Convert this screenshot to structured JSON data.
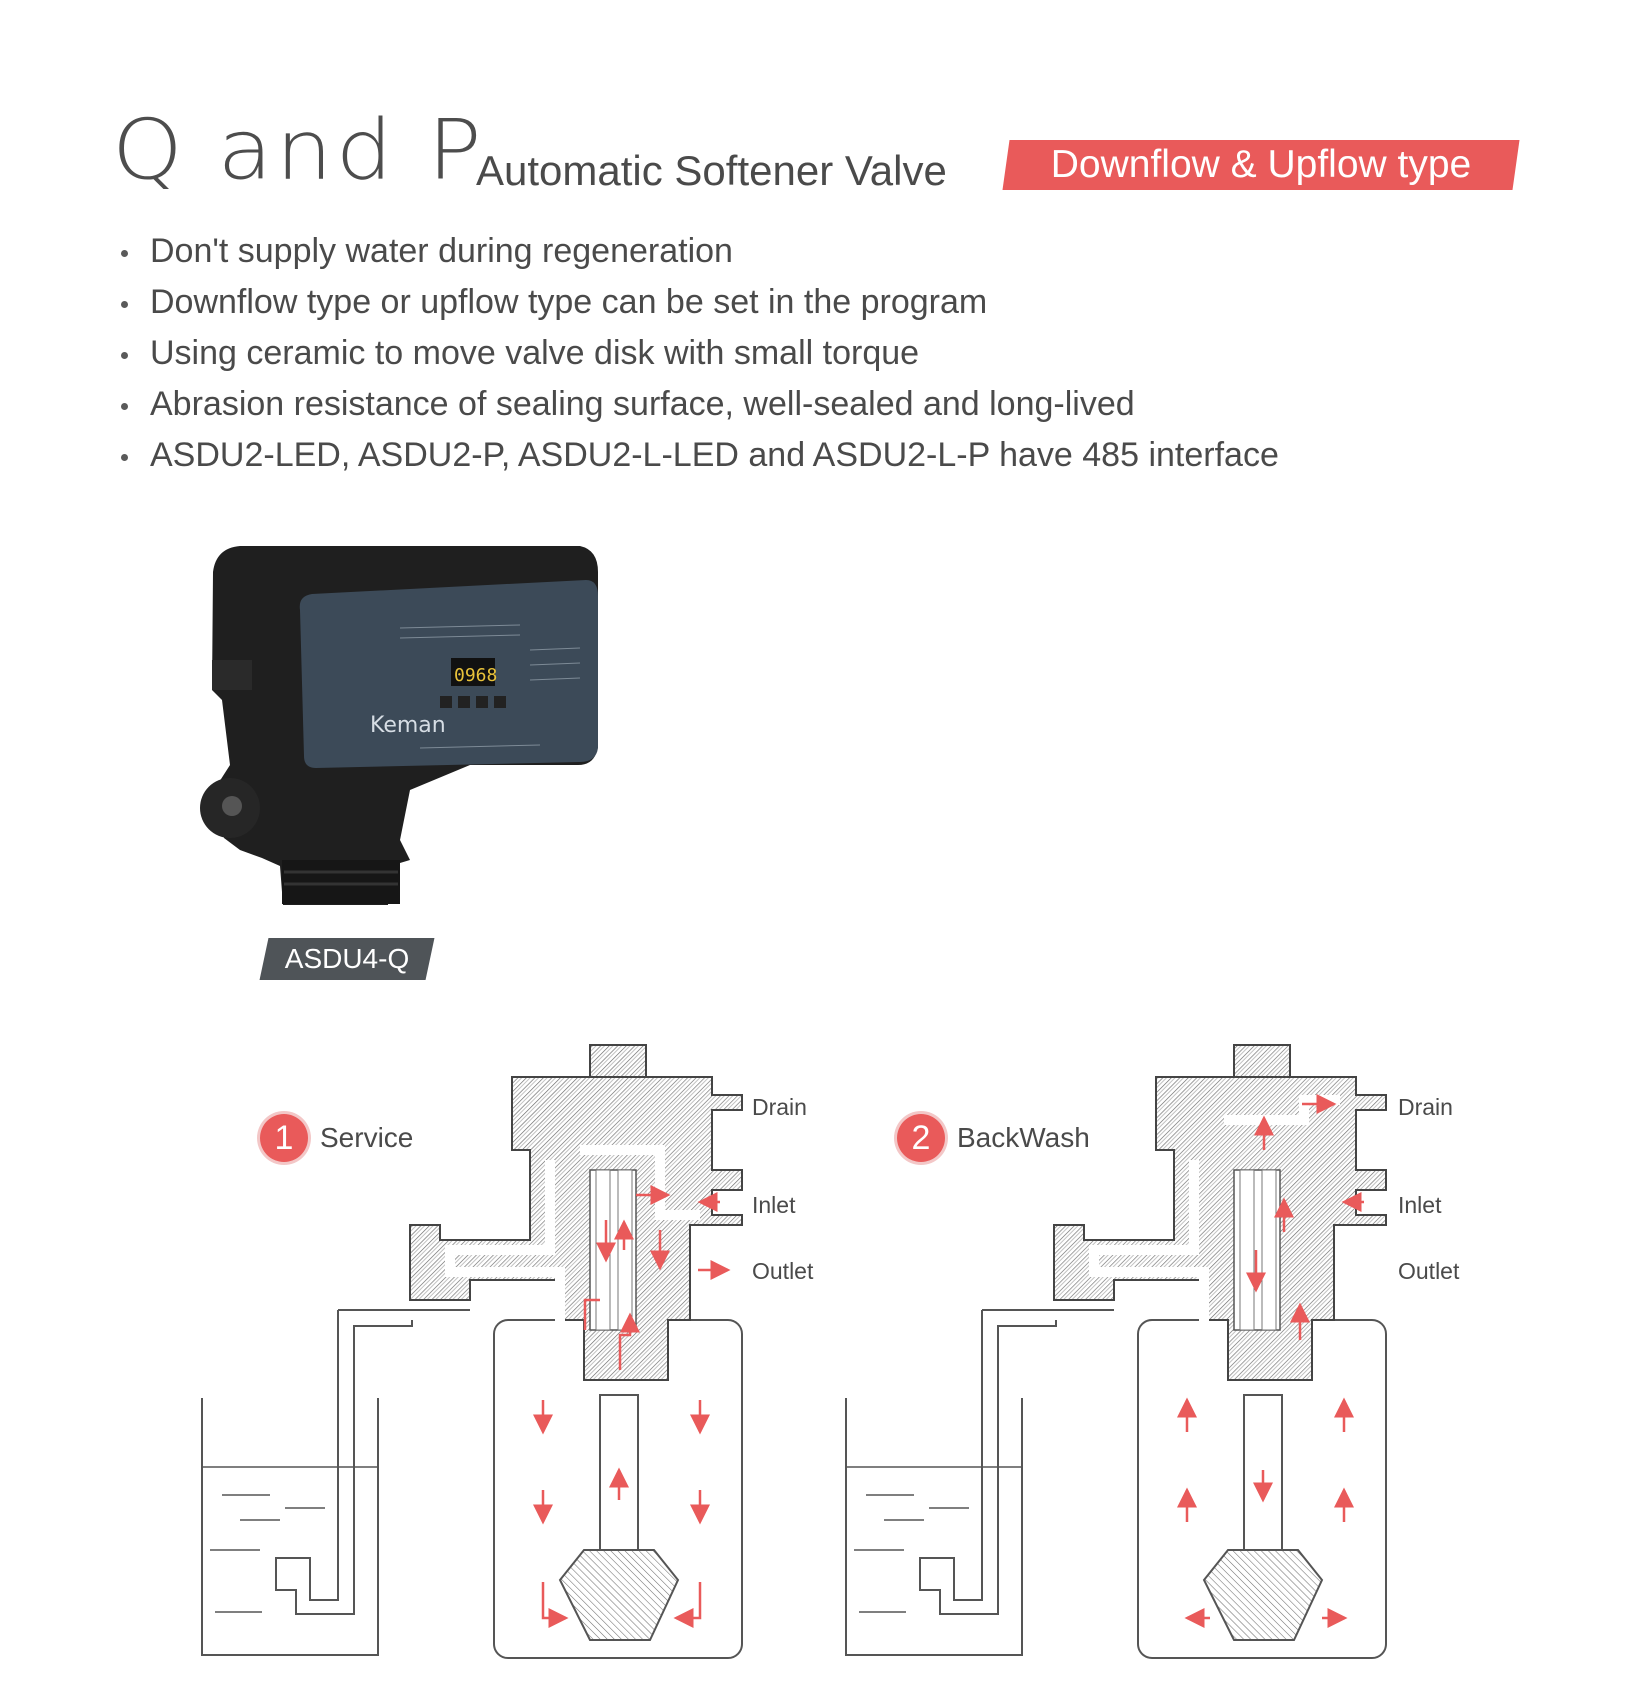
{
  "header": {
    "title_main": "Q and P",
    "title_sub": "Automatic Softener Valve",
    "tag": "Downflow & Upflow type"
  },
  "features": [
    "Don't supply water during regeneration",
    "Downflow type or upflow type can be set in the program",
    "Using ceramic to move valve disk with small torque",
    "Abrasion resistance of sealing surface, well-sealed and long-lived",
    "ASDU2-LED, ASDU2-P, ASDU2-L-LED and ASDU2-L-P have 485 interface"
  ],
  "product": {
    "brand": "Keman",
    "display": "0968",
    "model": "ASDU4-Q"
  },
  "diagrams": [
    {
      "step": "1",
      "label": "Service",
      "ports": {
        "drain": "Drain",
        "inlet": "Inlet",
        "outlet": "Outlet"
      }
    },
    {
      "step": "2",
      "label": "BackWash",
      "ports": {
        "drain": "Drain",
        "inlet": "Inlet",
        "outlet": "Outlet"
      }
    }
  ],
  "colors": {
    "accent": "#e95a5a",
    "text": "#4a4a4a",
    "label_bg": "#4f5458",
    "hatch": "#6a6a6a"
  }
}
